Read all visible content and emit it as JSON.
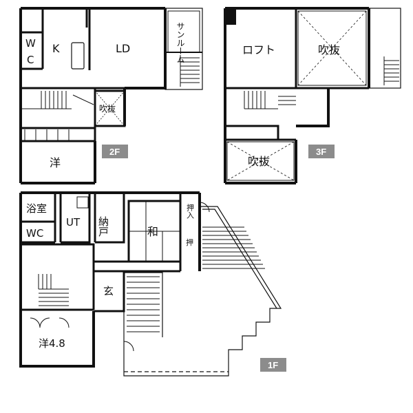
{
  "floors": {
    "f2": {
      "tag": "2F",
      "rooms": {
        "wc": "W C",
        "kitchen": "K",
        "ld": "LD",
        "sunroom": "サンルーム",
        "void": "吹抜",
        "western": "洋"
      }
    },
    "f3": {
      "tag": "3F",
      "rooms": {
        "loft": "ロフト",
        "void_top": "吹抜",
        "void_bottom": "吹抜"
      }
    },
    "f1": {
      "tag": "1F",
      "rooms": {
        "bath": "浴室",
        "ut": "UT",
        "storage": "納戸",
        "wc": "WC",
        "oshiire_top": "押入",
        "oshiire_bottom": "押",
        "japanese": "和",
        "entrance": "玄",
        "western": "洋4.8"
      }
    }
  }
}
